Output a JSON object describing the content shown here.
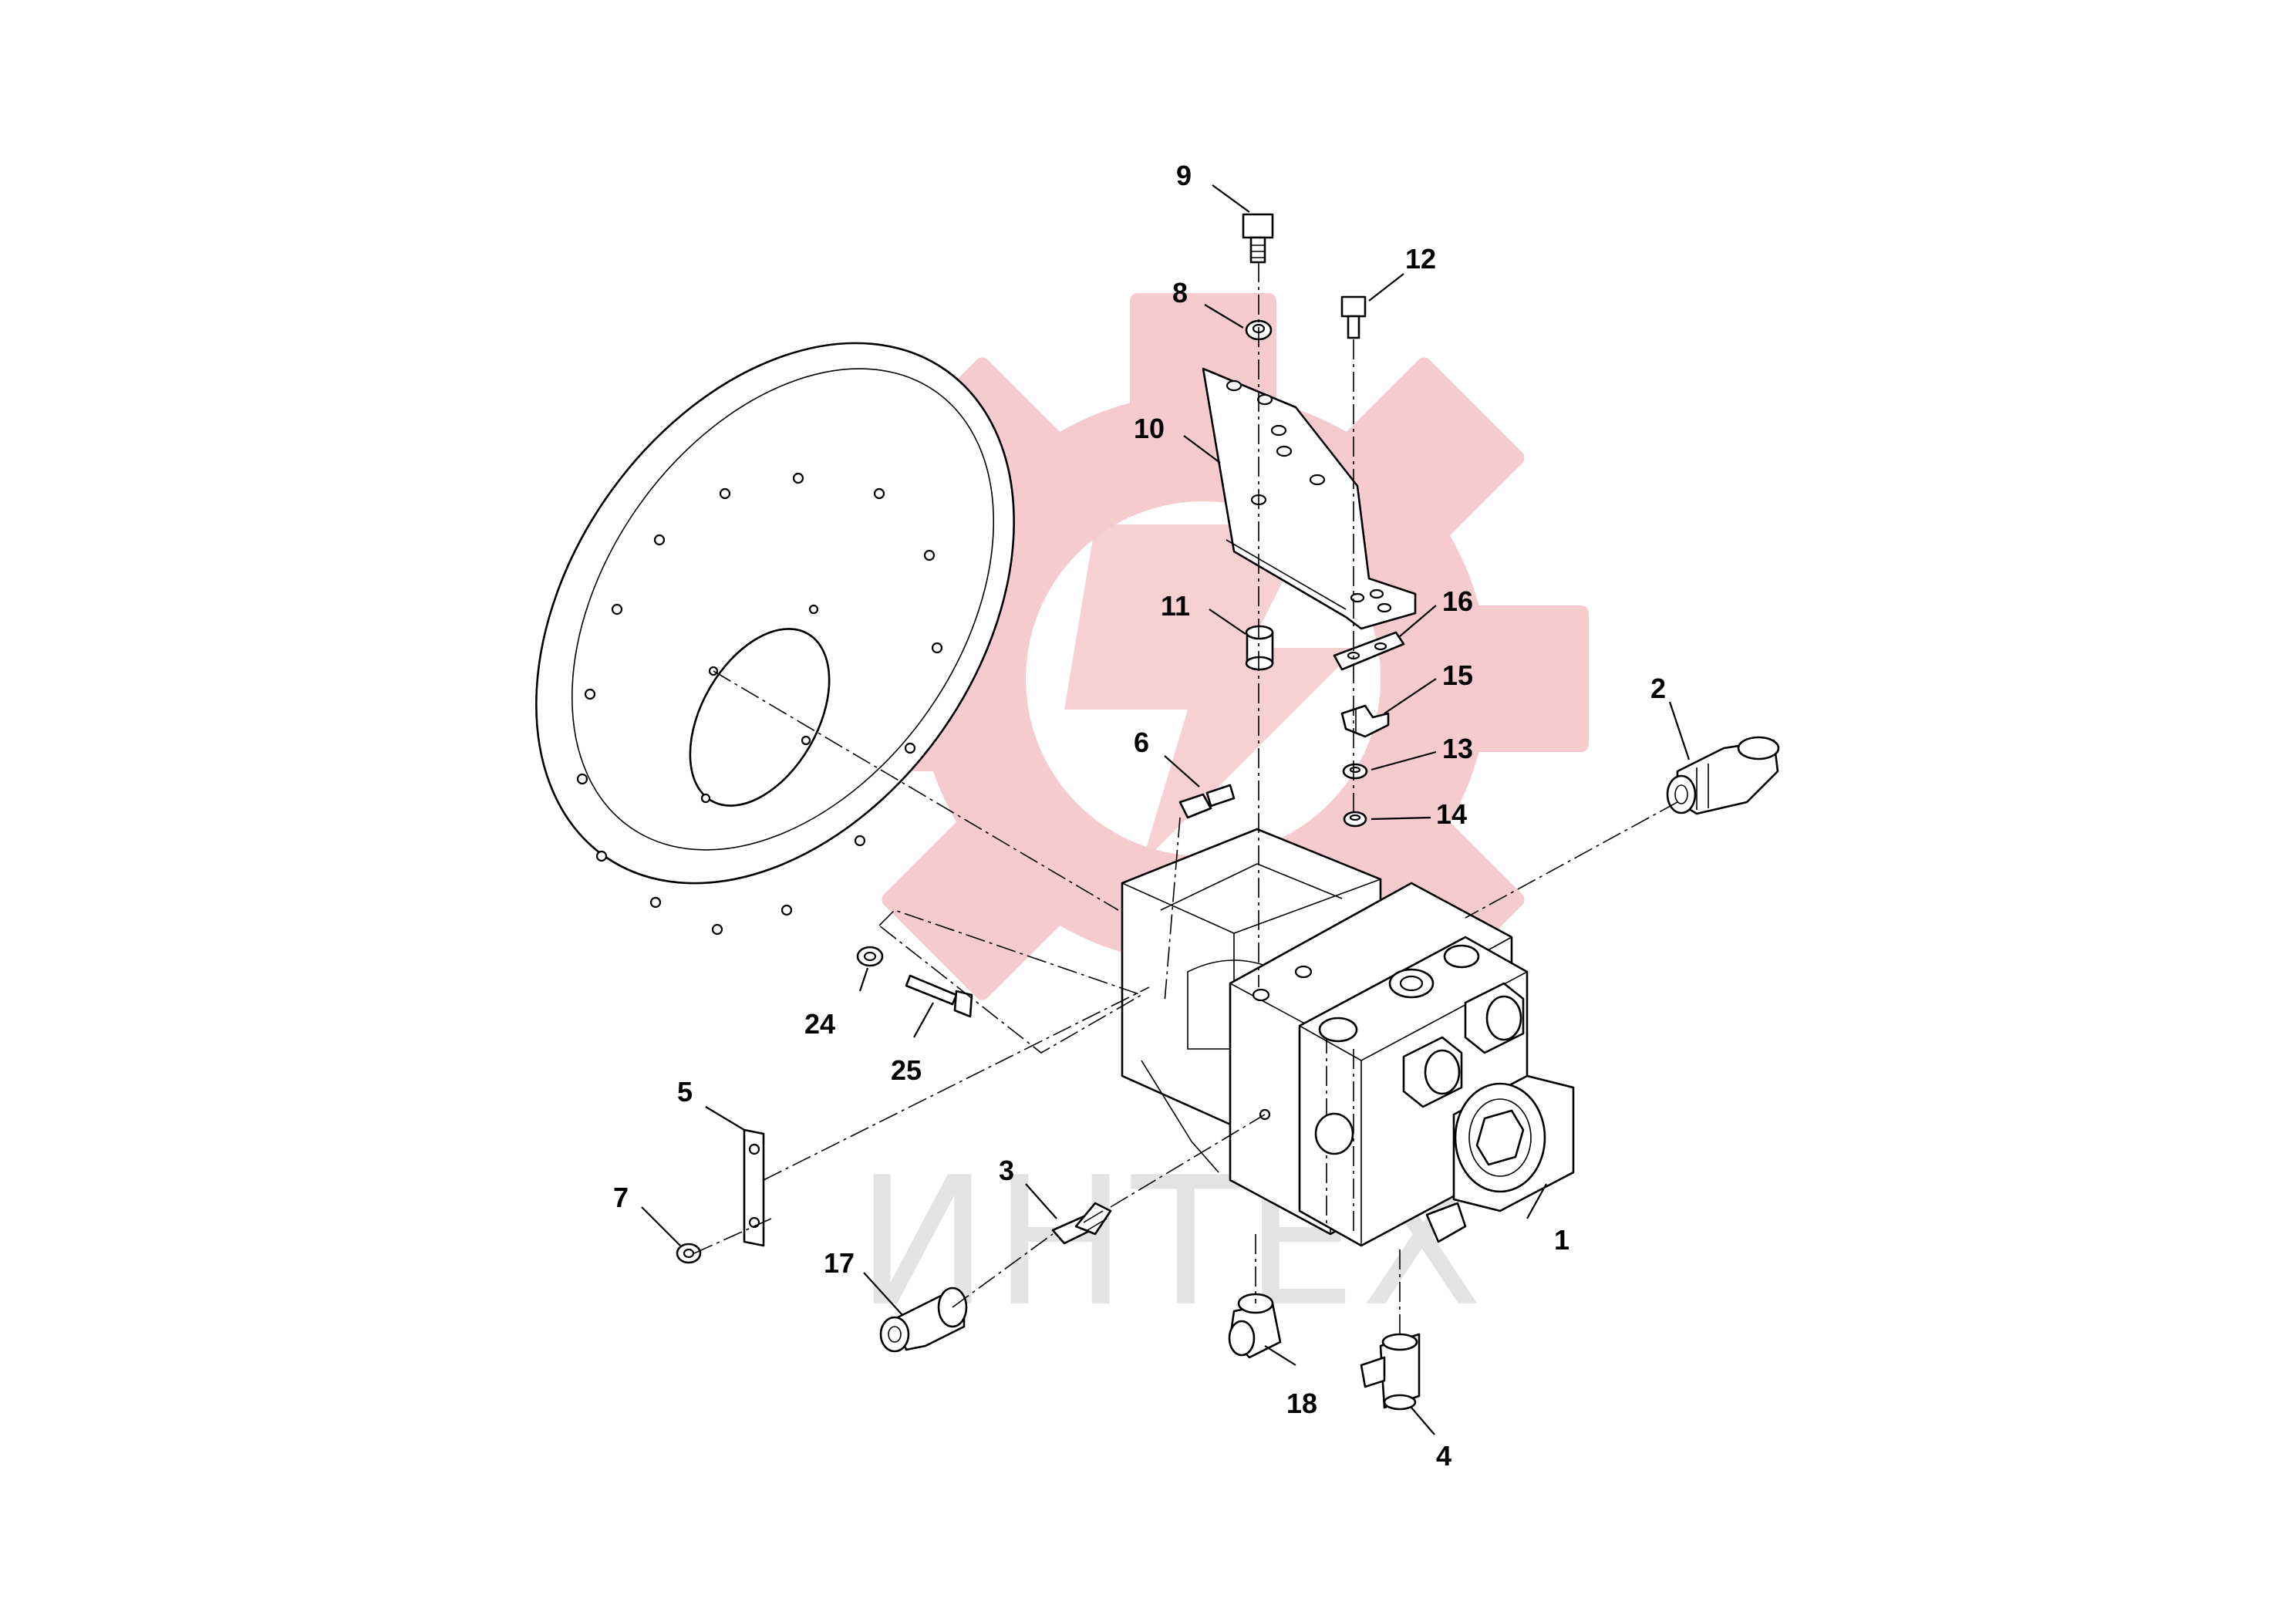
{
  "watermark": {
    "text": "ИНТЕХ",
    "logo_color": "#f6c9cb",
    "text_color": "#e3e3e3",
    "logo_icon": "gear-logo-icon"
  },
  "callouts": [
    {
      "id": "1",
      "label": "1"
    },
    {
      "id": "2",
      "label": "2"
    },
    {
      "id": "3",
      "label": "3"
    },
    {
      "id": "4",
      "label": "4"
    },
    {
      "id": "5",
      "label": "5"
    },
    {
      "id": "6",
      "label": "6"
    },
    {
      "id": "7",
      "label": "7"
    },
    {
      "id": "8",
      "label": "8"
    },
    {
      "id": "9",
      "label": "9"
    },
    {
      "id": "10",
      "label": "10"
    },
    {
      "id": "11",
      "label": "11"
    },
    {
      "id": "12",
      "label": "12"
    },
    {
      "id": "13",
      "label": "13"
    },
    {
      "id": "14",
      "label": "14"
    },
    {
      "id": "15",
      "label": "15"
    },
    {
      "id": "16",
      "label": "16"
    },
    {
      "id": "17",
      "label": "17"
    },
    {
      "id": "18",
      "label": "18"
    },
    {
      "id": "24",
      "label": "24"
    },
    {
      "id": "25",
      "label": "25"
    }
  ]
}
